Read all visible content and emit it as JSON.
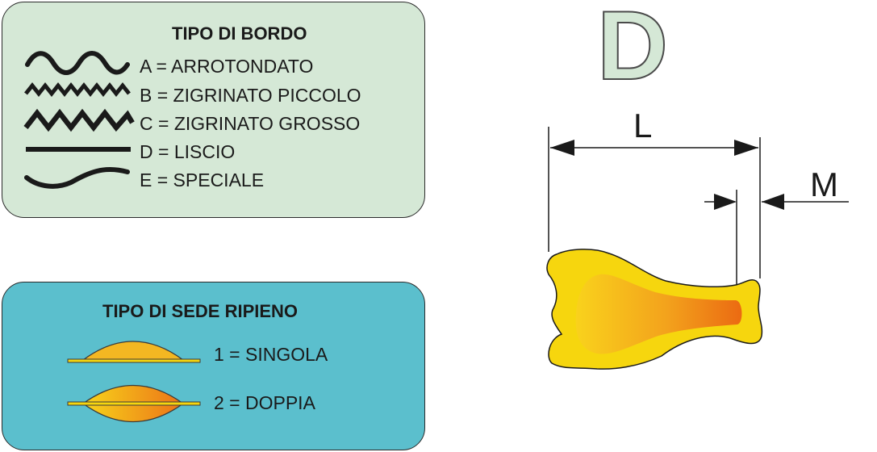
{
  "bordo": {
    "title": "TIPO DI BORDO",
    "items": [
      {
        "label": "A = ARROTONDATO",
        "icon": "wavy-line-icon"
      },
      {
        "label": "B = ZIGRINATO PICCOLO",
        "icon": "small-zigzag-line-icon"
      },
      {
        "label": "C = ZIGRINATO GROSSO",
        "icon": "large-zigzag-line-icon"
      },
      {
        "label": "D = LISCIO",
        "icon": "straight-line-icon"
      },
      {
        "label": "E = SPECIALE",
        "icon": "curve-line-icon"
      }
    ]
  },
  "sede": {
    "title": "TIPO DI SEDE RIPIENO",
    "items": [
      {
        "label": "1 = SINGOLA",
        "icon": "single-seat-icon"
      },
      {
        "label": "2 = DOPPIA",
        "icon": "double-seat-icon"
      }
    ]
  },
  "profile": {
    "letter": "D",
    "dim_l": "L",
    "dim_m": "M"
  },
  "colors": {
    "bordo_bg": "#d5e8d6",
    "sede_bg": "#5bbfcd",
    "gold": "#f6d60e",
    "orange": "#ee7d18"
  }
}
